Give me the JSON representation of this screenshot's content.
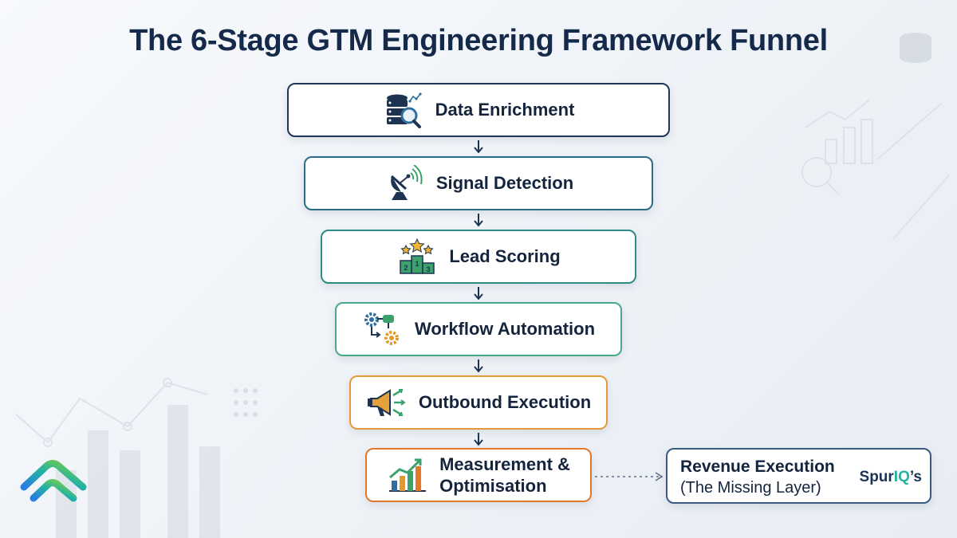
{
  "title": "The 6-Stage GTM Engineering Framework Funnel",
  "stages": [
    {
      "label": "Data Enrichment",
      "icon": "database-search-icon"
    },
    {
      "label": "Signal Detection",
      "icon": "satellite-dish-icon"
    },
    {
      "label": "Lead Scoring",
      "icon": "podium-stars-icon"
    },
    {
      "label": "Workflow Automation",
      "icon": "gears-flow-icon"
    },
    {
      "label": "Outbound Execution",
      "icon": "megaphone-icon"
    },
    {
      "label_line1": "Measurement &",
      "label_line2": "Optimisation",
      "icon": "bar-chart-growth-icon"
    }
  ],
  "missing_layer": {
    "line1": "Revenue Execution",
    "line2": "(The Missing Layer)",
    "brand_part1": "Spur",
    "brand_part2": "IQ",
    "brand_part3": "’s"
  },
  "colors": {
    "navy": "#152a4a",
    "teal": "#2f8b86",
    "green": "#48a98a",
    "orange": "#e07a2a",
    "brand_teal": "#22b3a2"
  }
}
